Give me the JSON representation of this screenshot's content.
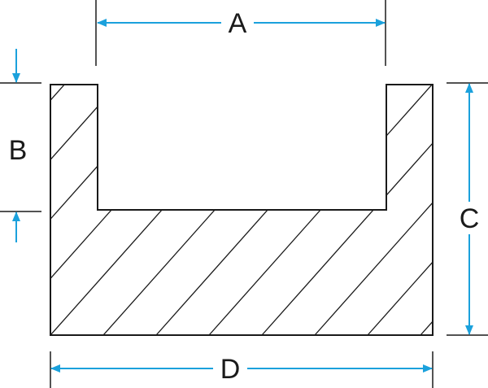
{
  "diagram": {
    "type": "u-channel-cross-section",
    "colors": {
      "outline": "#1a1a1a",
      "dimension": "#1ba1dc",
      "background": "#ffffff"
    },
    "dimensions": {
      "A": {
        "label": "A",
        "meaning": "inner channel width"
      },
      "B": {
        "label": "B",
        "meaning": "channel depth"
      },
      "C": {
        "label": "C",
        "meaning": "overall height"
      },
      "D": {
        "label": "D",
        "meaning": "overall width"
      }
    }
  }
}
